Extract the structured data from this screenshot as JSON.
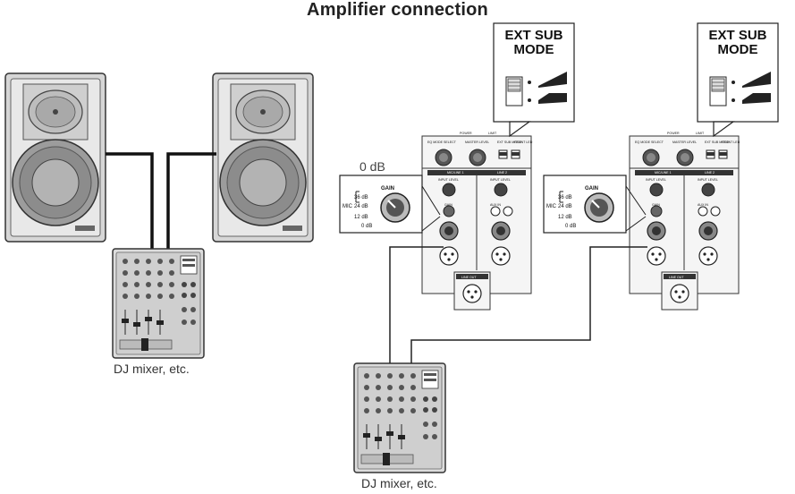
{
  "title": "Amplifier connection",
  "mixer_caption_left": "DJ mixer, etc.",
  "mixer_caption_bottom": "DJ mixer, etc.",
  "gain_default": "0 dB",
  "ext_sub_mode_label": "EXT SUB MODE",
  "ext_sub_mode_line1": "EXT SUB",
  "ext_sub_mode_line2": "MODE",
  "gain_dial": {
    "title": "GAIN",
    "mic": "MIC",
    "steps": [
      "36 dB",
      "24 dB",
      "12 dB",
      "0 dB"
    ]
  },
  "amp_panel": {
    "indicators": [
      "POWER",
      "LIMIT"
    ],
    "eq_mode": "EQ MODE SELECT",
    "master_level": "MASTER LEVEL",
    "ext_sub": "EXT SUB MODE",
    "front_led": "FRONT LED",
    "ch1": "MIC/LINE 1",
    "ch2": "LINE 2",
    "input_level": "INPUT LEVEL",
    "gain": "GAIN",
    "aux_in": "AUX IN",
    "line_out": "LINE OUT"
  },
  "colors": {
    "line": "#222222",
    "device": "#d9d9d9",
    "device_dark": "#555555"
  }
}
